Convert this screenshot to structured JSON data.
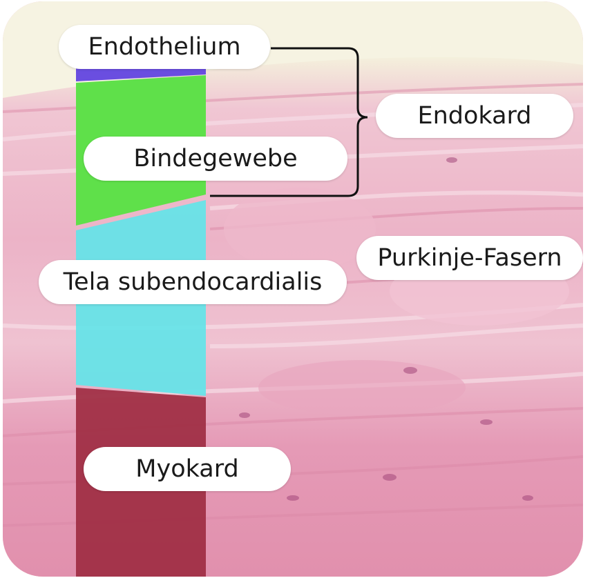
{
  "labels": {
    "endothelium": "Endothelium",
    "bindegewebe": "Bindegewebe",
    "endokard": "Endokard",
    "purkinje": "Purkinje-Fasern",
    "tela": "Tela subendocardialis",
    "myokard": "Myokard"
  },
  "colors": {
    "endothelium_layer": "#6a4ee0",
    "bindegewebe_layer": "#5fe04a",
    "tela_layer": "#63e4e8",
    "myokard_layer": "#9e2d42",
    "tissue_base": "#e9a9c0",
    "bracket": "#111111"
  }
}
